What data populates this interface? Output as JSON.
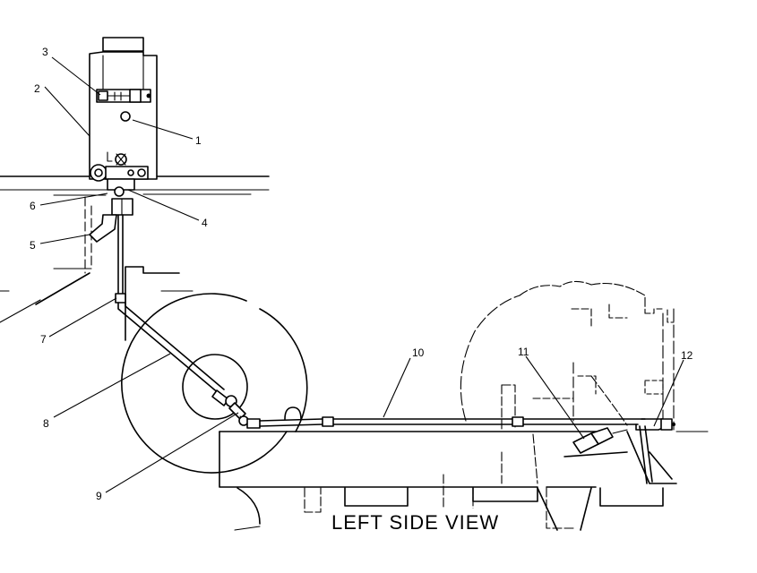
{
  "callouts": {
    "c1": "1",
    "c2": "2",
    "c3": "3",
    "c4": "4",
    "c5": "5",
    "c6": "6",
    "c7": "7",
    "c8": "8",
    "c9": "9",
    "c10": "10",
    "c11": "11",
    "c12": "12"
  },
  "view_label": "LEFT SIDE VIEW"
}
